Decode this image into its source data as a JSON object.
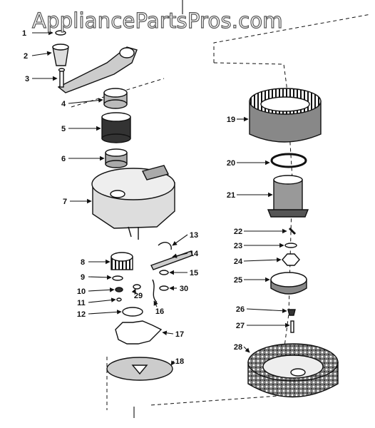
{
  "watermark": "AppliancePartsPros.com",
  "callouts": [
    "1",
    "2",
    "3",
    "4",
    "5",
    "6",
    "7",
    "8",
    "9",
    "10",
    "11",
    "12",
    "13",
    "14",
    "15",
    "16",
    "17",
    "18",
    "19",
    "20",
    "21",
    "22",
    "23",
    "24",
    "25",
    "26",
    "27",
    "28",
    "29",
    "30"
  ],
  "colors": {
    "ink": "#111111",
    "paper": "#ffffff",
    "watermark_outline": "#555555"
  }
}
